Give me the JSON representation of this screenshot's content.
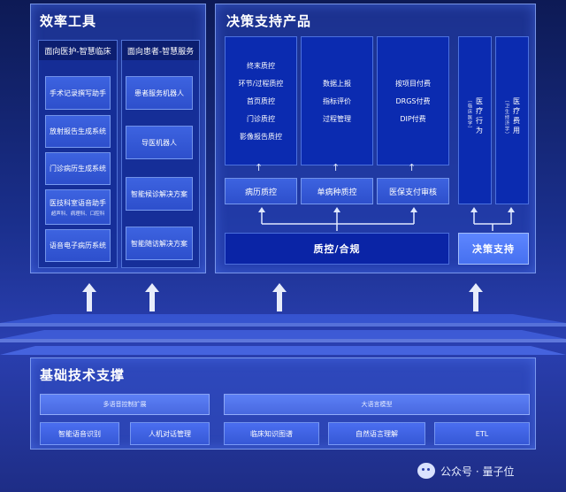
{
  "efficiency": {
    "title": "效率工具",
    "col1": {
      "header": "面向医护-智慧临床",
      "items": [
        {
          "label": "手术记录撰写助手",
          "sub": ""
        },
        {
          "label": "放射报告生成系统",
          "sub": ""
        },
        {
          "label": "门诊病历生成系统",
          "sub": ""
        },
        {
          "label": "医技科室语音助手",
          "sub": "超声科、病理科、口腔科"
        },
        {
          "label": "语音电子病历系统",
          "sub": ""
        }
      ]
    },
    "col2": {
      "header": "面向患者-智慧服务",
      "items": [
        "患者服务机器人",
        "导医机器人",
        "智能候诊解决方案",
        "智能随访解决方案"
      ]
    }
  },
  "decision": {
    "title": "决策支持产品",
    "list1": [
      "终末质控",
      "环节/过程质控",
      "首页质控",
      "门诊质控",
      "影像报告质控"
    ],
    "list2": [
      "数据上报",
      "指标评价",
      "过程管理"
    ],
    "list3": [
      "按项目付费",
      "DRGS付费",
      "DIP付费"
    ],
    "vert1": {
      "label": "医疗行为",
      "sub": "（临床医学）"
    },
    "vert2": {
      "label": "医疗费用",
      "sub": "（卫生经济学）"
    },
    "mid": [
      "病历质控",
      "单病种质控",
      "医保支付审核"
    ],
    "bottom_left": "质控/合规",
    "bottom_right": "决策支持"
  },
  "base": {
    "title": "基础技术支撑",
    "wide1": "多语音控制扩展",
    "wide2": "大语言模型",
    "chips": [
      "智能语音识别",
      "人机对话管理",
      "临床知识图谱",
      "自然语言理解",
      "ETL"
    ]
  },
  "watermark": "公众号 · 量子位"
}
